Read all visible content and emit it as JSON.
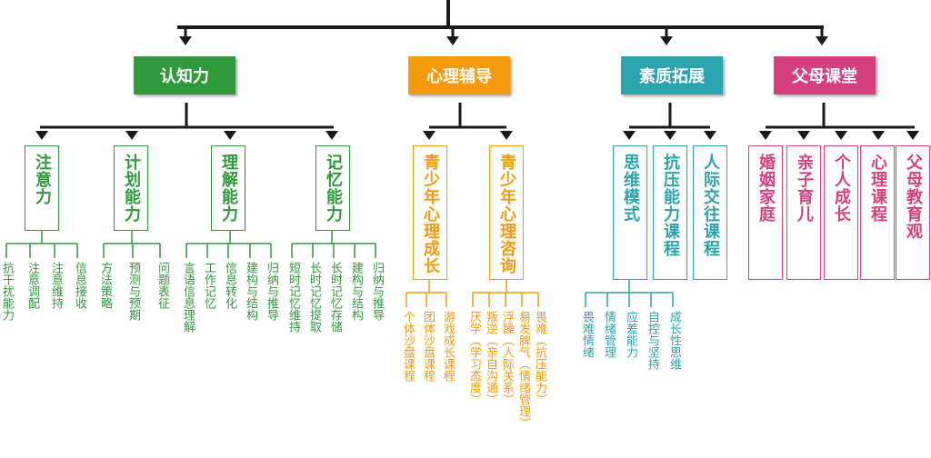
{
  "colors": {
    "green": "#2e9a3a",
    "orange": "#f59a0c",
    "teal": "#2aa4ad",
    "pink": "#d7407e",
    "line": "#1a1a1a"
  },
  "categories": [
    {
      "label": "认知力",
      "color": "green",
      "subs": [
        {
          "label": "注意力",
          "leaves": [
            "抗干扰能力",
            "注意调配",
            "注意维持",
            "信息接收"
          ]
        },
        {
          "label": "计划能力",
          "leaves": [
            "方法策略",
            "预测与预期",
            "问题表征"
          ]
        },
        {
          "label": "理解能力",
          "leaves": [
            "言语信息理解",
            "工作记忆",
            "信息转化",
            "建构与结构",
            "归纳与推导"
          ]
        },
        {
          "label": "记忆能力",
          "leaves": [
            "短时记忆维持",
            "长时记忆提取",
            "长时记忆存储",
            "建构与结构",
            "归纳与推导"
          ]
        }
      ]
    },
    {
      "label": "心理辅导",
      "color": "orange",
      "subs": [
        {
          "label": "青少年心理成长",
          "leaves": [
            "个体沙盘课程",
            "团体沙盘课程",
            "游戏成长课程"
          ]
        },
        {
          "label": "青少年心理咨询",
          "leaves": [
            "厌学（学习态度）",
            "叛逆（亲自沟通）",
            "浮躁（人际关系）",
            "易发脾气（情绪管理）",
            "畏难（抗压能力）"
          ]
        }
      ]
    },
    {
      "label": "素质拓展",
      "color": "teal",
      "subs": [
        {
          "label": "思维模式",
          "leaves": [
            "畏难情绪",
            "情绪管理",
            "应差能力",
            "自控与坚持",
            "成长性思维"
          ]
        },
        {
          "label": "抗压能力课程",
          "leaves": []
        },
        {
          "label": "人际交往课程",
          "leaves": []
        }
      ]
    },
    {
      "label": "父母课堂",
      "color": "pink",
      "subs": [
        {
          "label": "婚姻家庭",
          "leaves": []
        },
        {
          "label": "亲子育儿",
          "leaves": []
        },
        {
          "label": "个人成长",
          "leaves": []
        },
        {
          "label": "心理课程",
          "leaves": []
        },
        {
          "label": "父母教育观",
          "leaves": []
        }
      ]
    }
  ]
}
